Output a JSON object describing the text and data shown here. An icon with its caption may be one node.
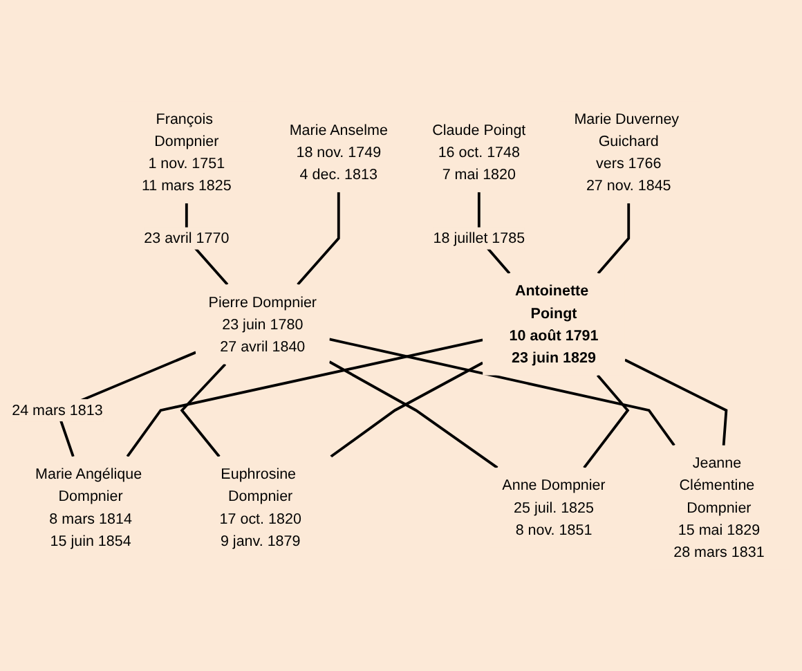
{
  "diagram": {
    "nodes": [
      {
        "text": [
          "François Dompnier",
          "1 nov. 1751",
          "11 mars 1825"
        ]
      },
      {
        "text": [
          "Marie Anselme",
          "18 nov. 1749",
          "4 dec. 1813"
        ]
      },
      {
        "text": [
          "Claude Poingt",
          "16 oct. 1748",
          "7 mai 1820"
        ]
      },
      {
        "text": [
          "Marie Duverney Guichard",
          "vers 1766",
          "27 nov. 1845"
        ]
      },
      {
        "text": [
          "Pierre Dompnier",
          "23 juin 1780",
          "27 avril 1840"
        ]
      },
      {
        "text": [
          "Antoinette Poingt",
          "10 août 1791",
          "23 juin 1829"
        ]
      },
      {
        "text": [
          "Marie Angélique Dompnier",
          "8 mars 1814",
          "15 juin 1854"
        ]
      },
      {
        "text": [
          "Euphrosine Dompnier",
          "17 oct. 1820",
          "9 janv. 1879"
        ]
      },
      {
        "text": [
          "Anne Dompnier",
          "25 juil. 1825",
          "8 nov. 1851"
        ]
      },
      {
        "text": [
          "Jeanne Clémentine Dompnier",
          "15 mai 1829",
          "28 mars 1831"
        ]
      }
    ],
    "edges": [
      {
        "from": 0,
        "to": 4,
        "arrow": "none",
        "label": "23 avril 1770"
      },
      {
        "from": 1,
        "to": 4,
        "arrow": "none"
      },
      {
        "from": 2,
        "to": 5,
        "arrow": "none",
        "label": "18 juillet 1785"
      },
      {
        "from": 3,
        "to": 5,
        "arrow": "none"
      },
      {
        "from": 4,
        "to": 6,
        "arrow": "none",
        "label": "24 mars 1813"
      },
      {
        "from": 4,
        "to": 7,
        "arrow": "none"
      },
      {
        "from": 4,
        "to": 8,
        "arrow": "none"
      },
      {
        "from": 4,
        "to": 9,
        "arrow": "none"
      },
      {
        "from": 5,
        "to": 6,
        "arrow": "none"
      },
      {
        "from": 5,
        "to": 7,
        "arrow": "none"
      },
      {
        "from": 5,
        "to": 8,
        "arrow": "none"
      },
      {
        "from": 5,
        "to": 9,
        "arrow": "none"
      }
    ]
  }
}
